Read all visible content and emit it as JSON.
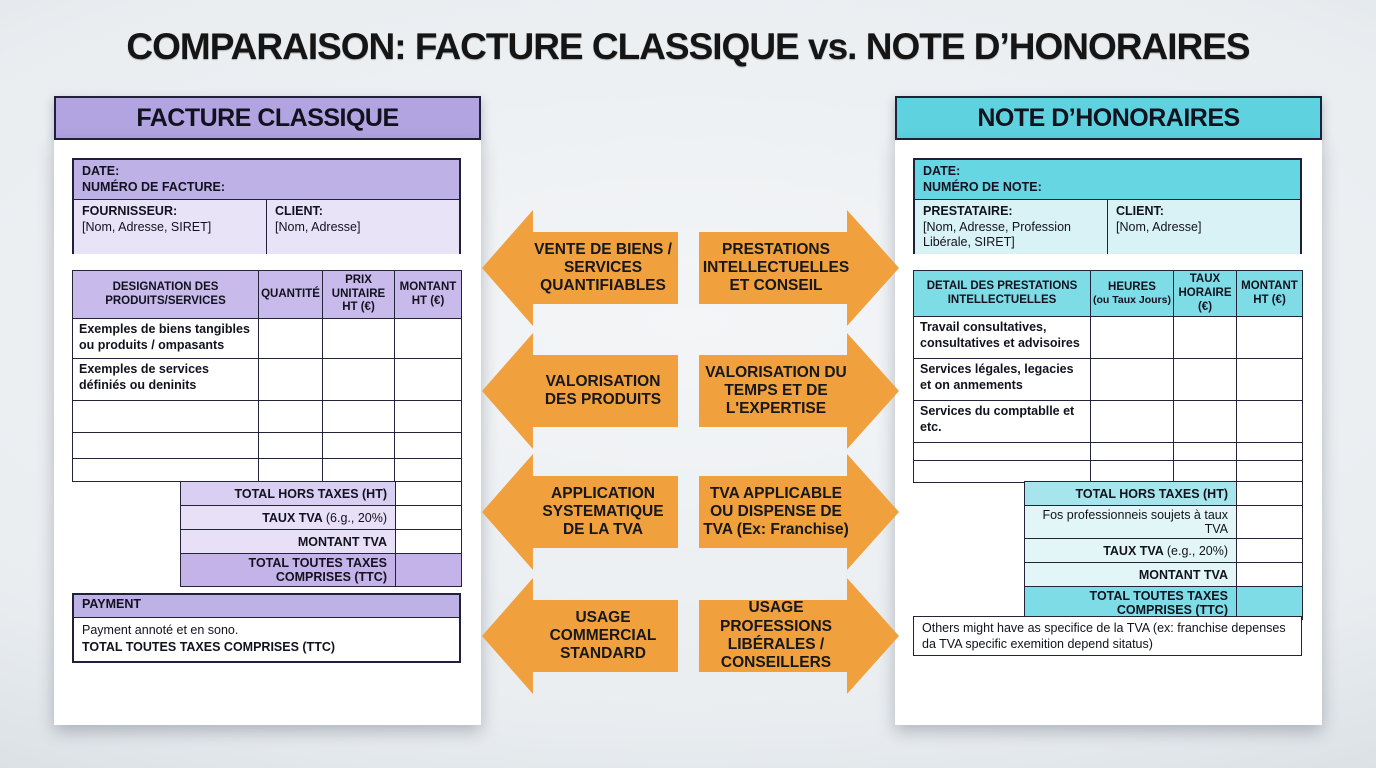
{
  "title": "COMPARAISON: FACTURE CLASSIQUE vs. NOTE D’HONORAIRES",
  "colors": {
    "left_accent": "#b2a4e0",
    "left_light": "#e9e3f8",
    "right_accent": "#5ed2df",
    "right_light": "#d9f2f6",
    "arrow_orange": "#f0a03c"
  },
  "left_panel": {
    "header": "FACTURE CLASSIQUE",
    "info": {
      "date_label": "DATE:",
      "number_label": "NUMÉRO DE FACTURE:",
      "supplier_label": "FOURNISSEUR:",
      "supplier_value": "[Nom, Adresse, SIRET]",
      "client_label": "CLIENT:",
      "client_value": "[Nom, Adresse]"
    },
    "table": {
      "headers": [
        "DESIGNATION DES PRODUITS/SERVICES",
        "QUANTITÉ",
        "PRIX UNITAIRE HT (€)",
        "MONTANT HT (€)"
      ],
      "rows": [
        "Exemples de biens tangibles ou produits / ompasants",
        "Exemples de services définiés ou deninits",
        "",
        "",
        ""
      ]
    },
    "totals": [
      {
        "label": "TOTAL HORS TAXES (HT)"
      },
      {
        "label": "TAUX TVA",
        "suffix": "(6.g., 20%)"
      },
      {
        "label": "MONTANT TVA"
      },
      {
        "label": "TOTAL TOUTES TAXES COMPRISES (TTC)"
      }
    ],
    "payment": {
      "header": "PAYMENT",
      "line1": "Payment annoté et en sono.",
      "line2": "TOTAL TOUTES TAXES COMPRISES (TTC)"
    }
  },
  "right_panel": {
    "header": "NOTE D’HONORAIRES",
    "info": {
      "date_label": "DATE:",
      "number_label": "NUMÉRO DE NOTE:",
      "provider_label": "PRESTATAIRE:",
      "provider_value": "[Nom, Adresse, Profession Libérale, SIRET]",
      "client_label": "CLIENT:",
      "client_value": "[Nom, Adresse]"
    },
    "table": {
      "headers": [
        {
          "main": "DETAIL DES PRESTATIONS INTELLECTUELLES"
        },
        {
          "main": "HEURES",
          "sub": "(ou Taux Jours)"
        },
        {
          "main": "TAUX HORAIRE (€)"
        },
        {
          "main": "MONTANT HT (€)"
        }
      ],
      "rows": [
        "Travail consultatives, consultatives et advisoires",
        "Services légales, legacies et on anmements",
        "Services du comptablle et etc.",
        "",
        ""
      ]
    },
    "totals": [
      {
        "label": "TOTAL HORS TAXES (HT)"
      },
      {
        "label": "Fos professionneis soujets à taux TVA"
      },
      {
        "label": "TAUX TVA",
        "suffix": "(e.g., 20%)"
      },
      {
        "label": "MONTANT TVA"
      },
      {
        "label": "TOTAL TOUTES TAXES COMPRISES (TTC)"
      }
    ],
    "note": "Others might have as specifice de la TVA (ex: franchise depenses da TVA specific exemition depend sitatus)"
  },
  "arrows": [
    {
      "left": "VENTE DE BIENS / SERVICES QUANTIFIABLES",
      "right": "PRESTATIONS INTELLECTUELLES ET CONSEIL"
    },
    {
      "left": "VALORISATION DES PRODUITS",
      "right": "VALORISATION DU TEMPS ET DE L'EXPERTISE"
    },
    {
      "left": "APPLICATION SYSTEMATIQUE DE LA TVA",
      "right": "TVA APPLICABLE OU DISPENSE DE TVA (Ex: Franchise)"
    },
    {
      "left": "USAGE COMMERCIAL STANDARD",
      "right": "USAGE PROFESSIONS LIBÉRALES / CONSEILLERS"
    }
  ]
}
